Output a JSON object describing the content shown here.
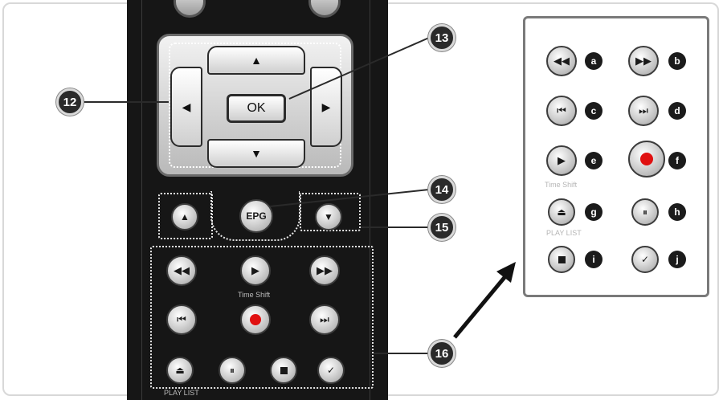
{
  "dpad": {
    "ok_label": "OK",
    "up_glyph": "▲",
    "down_glyph": "▼",
    "left_glyph": "◀",
    "right_glyph": "▶"
  },
  "remote": {
    "epg_label": "EPG",
    "time_shift_label": "Time Shift",
    "play_list_label": "PLAY LIST",
    "glyphs": {
      "rewind": "◀◀",
      "forward": "▶▶",
      "play": "▶",
      "prev": "⏮",
      "next": "⏭",
      "eject": "⏏",
      "pause": "⏸",
      "check": "✓",
      "page_up": "▲",
      "page_down": "▼"
    }
  },
  "callouts": [
    "12",
    "13",
    "14",
    "15",
    "16"
  ],
  "panel": {
    "letters": [
      "a",
      "b",
      "c",
      "d",
      "e",
      "f",
      "g",
      "h",
      "i",
      "j"
    ],
    "time_shift_label": "Time Shift",
    "play_list_label": "PLAY LIST"
  },
  "colors": {
    "record": "#e01010",
    "remote_body": "#161616",
    "panel_border": "#7a7a7a"
  }
}
